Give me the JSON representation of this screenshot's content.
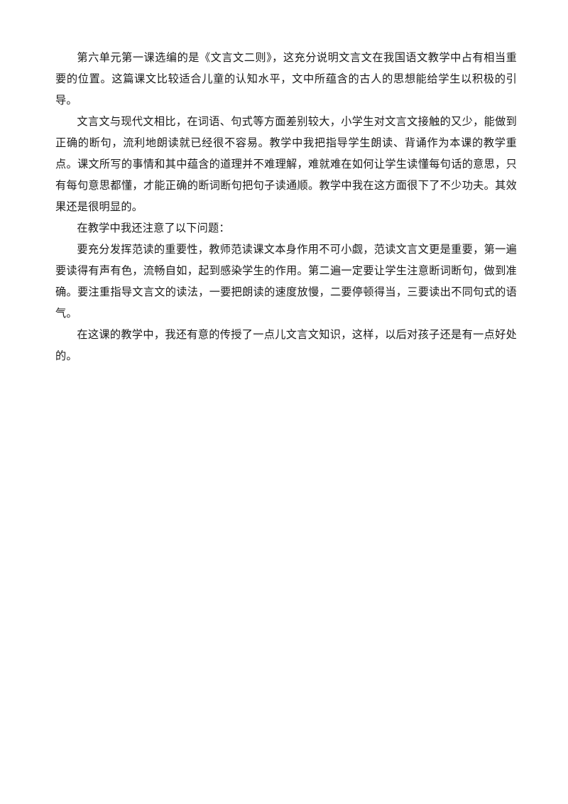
{
  "document": {
    "paragraphs": [
      "第六单元第一课选编的是《文言文二则》，这充分说明文言文在我国语文教学中占有相当重要的位置。这篇课文比较适合儿童的认知水平，文中所蕴含的古人的思想能给学生以积极的引导。",
      "文言文与现代文相比，在词语、句式等方面差别较大，小学生对文言文接触的又少，能做到正确的断句，流利地朗读就已经很不容易。教学中我把指导学生朗读、背诵作为本课的教学重点。课文所写的事情和其中蕴含的道理并不难理解，难就难在如何让学生读懂每句话的意思，只有每句意思都懂，才能正确的断词断句把句子读通顺。教学中我在这方面很下了不少功夫。其效果还是很明显的。",
      "在教学中我还注意了以下问题：",
      "要充分发挥范读的重要性，教师范读课文本身作用不可小觑，范读文言文更是重要，第一遍要读得有声有色，流畅自如，起到感染学生的作用。第二遍一定要让学生注意断词断句，做到准确。要注重指导文言文的读法，一要把朗读的速度放慢，二要停顿得当，三要读出不同句式的语气。",
      "在这课的教学中，我还有意的传授了一点儿文言文知识，这样，以后对孩子还是有一点好处的。"
    ]
  }
}
